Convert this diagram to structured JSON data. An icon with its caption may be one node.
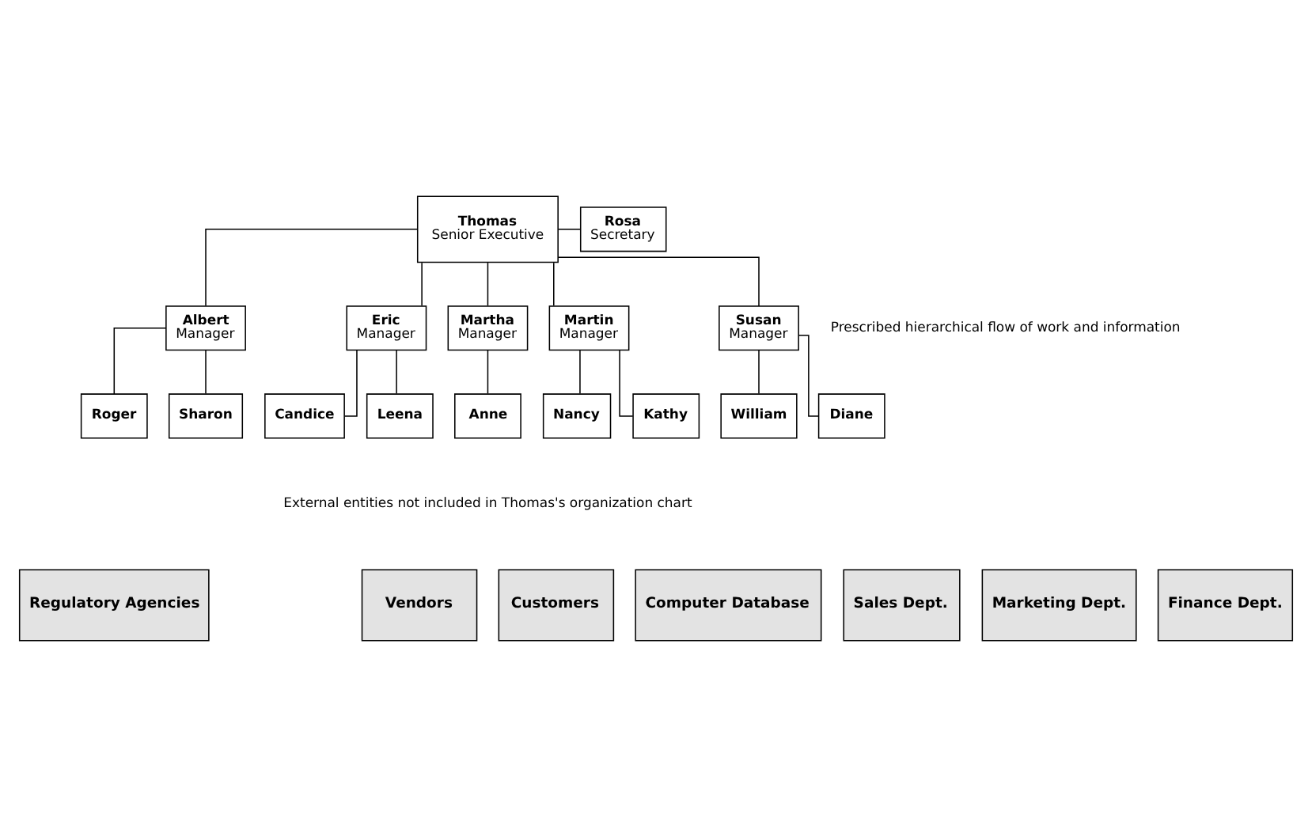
{
  "diagram": {
    "nodes": [
      {
        "text": [
          "Thomas",
          "Senior Executive"
        ]
      },
      {
        "text": [
          "Rosa",
          "Secretary"
        ]
      },
      {
        "text": [
          "Albert",
          "Manager"
        ]
      },
      {
        "text": [
          "Eric",
          "Manager"
        ]
      },
      {
        "text": [
          "Martha",
          "Manager"
        ]
      },
      {
        "text": [
          "Martin",
          "Manager"
        ]
      },
      {
        "text": [
          "Susan",
          "Manager"
        ]
      },
      {
        "text": [
          "Roger"
        ]
      },
      {
        "text": [
          "Sharon"
        ]
      },
      {
        "text": [
          "Candice"
        ]
      },
      {
        "text": [
          "Leena"
        ]
      },
      {
        "text": [
          "Anne"
        ]
      },
      {
        "text": [
          "Nancy"
        ]
      },
      {
        "text": [
          "Kathy"
        ]
      },
      {
        "text": [
          "William"
        ]
      },
      {
        "text": [
          "Diane"
        ]
      },
      {
        "text": [
          "Regulatory Agencies"
        ]
      },
      {
        "text": [
          "Computer Database"
        ]
      },
      {
        "text": [
          "Vendors"
        ]
      },
      {
        "text": [
          "Customers"
        ]
      },
      {
        "text": [
          "Sales Dept."
        ]
      },
      {
        "text": [
          "Marketing Dept."
        ]
      },
      {
        "text": [
          "Finance Dept."
        ]
      }
    ],
    "edges": [
      {
        "from": 0,
        "to": 1,
        "arrow": "none"
      },
      {
        "from": 0,
        "to": 2,
        "arrow": "none"
      },
      {
        "from": 0,
        "to": 3,
        "arrow": "none"
      },
      {
        "from": 0,
        "to": 4,
        "arrow": "none"
      },
      {
        "from": 0,
        "to": 5,
        "arrow": "none"
      },
      {
        "from": 0,
        "to": 6,
        "arrow": "none"
      },
      {
        "from": 2,
        "to": 7,
        "arrow": "none"
      },
      {
        "from": 2,
        "to": 8,
        "arrow": "none"
      },
      {
        "from": 3,
        "to": 9,
        "arrow": "none"
      },
      {
        "from": 3,
        "to": 10,
        "arrow": "none"
      },
      {
        "from": 4,
        "to": 11,
        "arrow": "none"
      },
      {
        "from": 5,
        "to": 12,
        "arrow": "none"
      },
      {
        "from": 5,
        "to": 13,
        "arrow": "none"
      },
      {
        "from": 6,
        "to": 14,
        "arrow": "none"
      },
      {
        "from": 6,
        "to": 15,
        "arrow": "none"
      }
    ],
    "labels": [
      "Prescribed hierarchical flow of work and information",
      "External entities not included in Thomas's organization chart"
    ]
  }
}
